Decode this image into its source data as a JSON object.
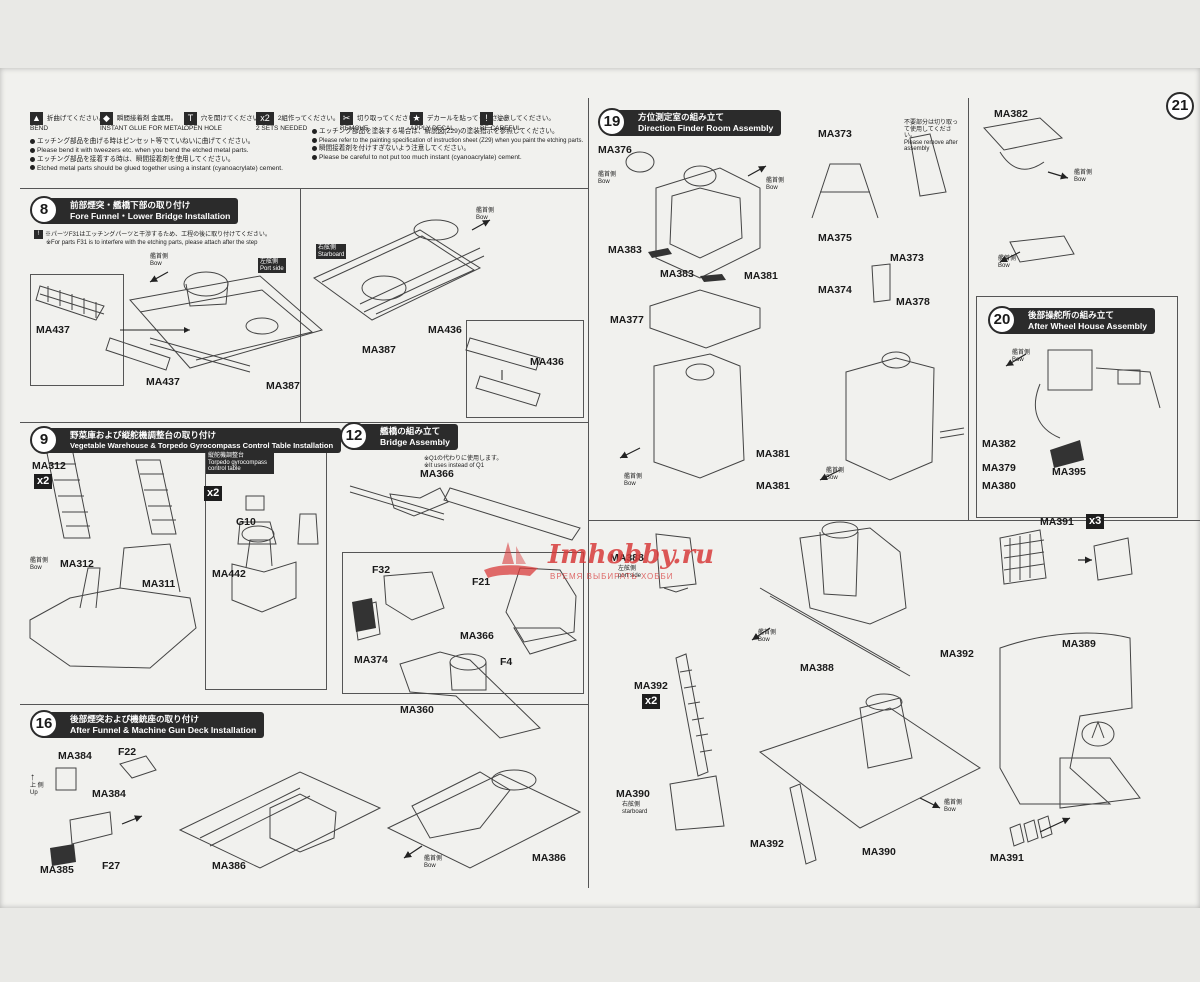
{
  "legend": {
    "bend": {
      "jp": "折曲げてください。",
      "en": "BEND"
    },
    "glue": {
      "jp": "瞬間接着剤 金属用。",
      "en": "INSTANT GLUE FOR METAL"
    },
    "hole": {
      "jp": "穴を開けてください。",
      "en": "OPEN HOLE"
    },
    "sets": {
      "symbol": "x2",
      "jp": "2組作ってください。",
      "en": "2 SETS NEEDED"
    },
    "remove": {
      "jp": "切り取ってください。",
      "en": "REMOVE"
    },
    "decal": {
      "jp": "デカールを貼ってください。",
      "en": "APPLY DECAL"
    },
    "careful": {
      "jp": "注意してください。",
      "en": "BE CAREFUL"
    }
  },
  "notes_left": [
    "エッチング部品を曲げる時はピンセット等でていねいに曲げてください。",
    "Please bend it with tweezers etc. when you bend the etched metal parts.",
    "エッチング部品を接着する時は、瞬間接着剤を使用してください。",
    "Etched metal parts should be glued together using a instant (cyanoacrylate) cement."
  ],
  "notes_right": [
    "エッチング部品を塗装する場合は、解説図(Z29)の塗装指示を参照してください。",
    "Please refer to the painting specification of instruction sheet (Z29) when you paint the etching parts.",
    "瞬間接着剤を付けすぎないよう注意してください。",
    "Please be careful to not put too much instant (cyanoacrylate) cement."
  ],
  "steps": {
    "s8": {
      "num": "8",
      "jp": "前部煙突・艦橋下部の取り付け",
      "en": "Fore Funnel・Lower Bridge Installation"
    },
    "s9": {
      "num": "9",
      "jp": "野菜庫および縦舵機調整台の取り付け",
      "en": "Vegetable Warehouse & Torpedo Gyrocompass Control Table Installation"
    },
    "s12": {
      "num": "12",
      "jp": "艦橋の組み立て",
      "en": "Bridge Assembly"
    },
    "s16": {
      "num": "16",
      "jp": "後部煙突および機銃座の取り付け",
      "en": "After Funnel & Machine Gun Deck Installation"
    },
    "s19": {
      "num": "19",
      "jp": "方位測定室の組み立て",
      "en": "Direction Finder Room Assembly"
    },
    "s20": {
      "num": "20",
      "jp": "後部操舵所の組み立て",
      "en": "After Wheel House Assembly"
    },
    "s21": {
      "num": "21"
    }
  },
  "step8_notes": {
    "jp": "※パーツF31はエッチングパーツと干渉するため、工程の後に取り付けてください。",
    "en": "※For parts F31 is to interfere with the etching parts, please attach after the step"
  },
  "labels": {
    "bow_jp": "艦首側",
    "bow_en": "Bow",
    "port_jp": "左舷側",
    "port_en": "Port side",
    "port_en_lower": "port side",
    "starboard_jp": "右舷側",
    "starboard_en": "Starboard",
    "starboard_en_lower": "starboard",
    "up_jp": "上 側",
    "up_en": "Up",
    "torpedo_jp": "縦舵機調整台",
    "torpedo_en": "Torpedo gyrocompass control table",
    "q1_jp": "※Q1の代わりに使用します。",
    "q1_en": "※It uses instead of Q1",
    "unneeded_jp": "不要部分は切り取って使用してください。",
    "unneeded_en": "Please remove after assembly"
  },
  "parts": {
    "ma437": "MA437",
    "ma387": "MA387",
    "ma436": "MA436",
    "ma312": "MA312",
    "ma311": "MA311",
    "g10": "G10",
    "ma442": "MA442",
    "ma366": "MA366",
    "f32": "F32",
    "f21": "F21",
    "ma374": "MA374",
    "f4": "F4",
    "ma360": "MA360",
    "ma384": "MA384",
    "f22": "F22",
    "ma385": "MA385",
    "f27": "F27",
    "ma386": "MA386",
    "ma376": "MA376",
    "ma383": "MA383",
    "ma381": "MA381",
    "ma377": "MA377",
    "ma373": "MA373",
    "ma375": "MA375",
    "ma378": "MA378",
    "ma382": "MA382",
    "ma379": "MA379",
    "ma380": "MA380",
    "ma395": "MA395",
    "ma388": "MA388",
    "ma392": "MA392",
    "ma391": "MA391",
    "ma389": "MA389",
    "ma390": "MA390"
  },
  "multipliers": {
    "x2": "x2",
    "x3": "x3"
  },
  "watermark": {
    "name": "Imhobby.ru",
    "slogan": "ВРЕМЯ ВЫБИРАТЬ ХОББИ"
  }
}
